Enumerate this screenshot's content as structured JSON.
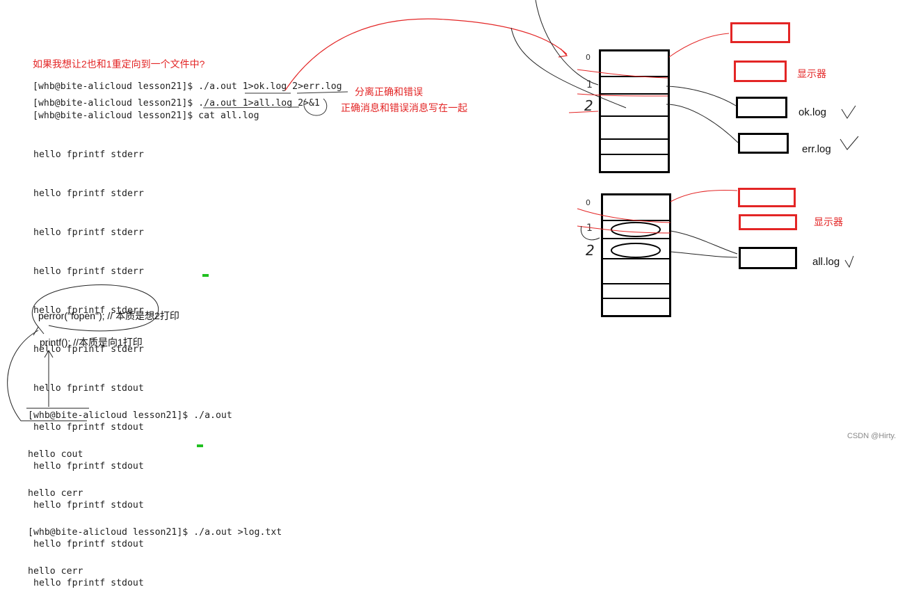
{
  "notes": {
    "question": "如果我想让2也和1重定向到一个文件中?",
    "separate": "分离正确和错误",
    "together": "正确消息和错误消息写在一起",
    "perror": "perror(\"fopen\"); // 本质是想2打印",
    "printf": "printf(); //本质是向1打印"
  },
  "terminal_top": {
    "cmd_separate": "[whb@bite-alicloud lesson21]$ ./a.out 1>ok.log 2>err.log",
    "cmd_together": "[whb@bite-alicloud lesson21]$ ./a.out 1>all.log 2>&1",
    "cmd_cat": "[whb@bite-alicloud lesson21]$ cat all.log",
    "output": [
      "hello fprintf stderr",
      "hello fprintf stderr",
      "hello fprintf stderr",
      "hello fprintf stderr",
      "hello fprintf stderr",
      "hello fprintf stderr",
      "hello fprintf stdout",
      "hello fprintf stdout",
      "hello fprintf stdout",
      "hello fprintf stdout",
      "hello fprintf stdout",
      "hello fprintf stdout"
    ]
  },
  "terminal_bottom": {
    "lines": [
      "[whb@bite-alicloud lesson21]$ ./a.out",
      "hello cout",
      "hello cerr",
      "[whb@bite-alicloud lesson21]$ ./a.out >log.txt",
      "hello cerr"
    ]
  },
  "diagram_top": {
    "fd_marks": [
      "0",
      "1",
      "2"
    ],
    "display_label": "显示器",
    "file_ok": "ok.log",
    "file_err": "err.log",
    "check": "√"
  },
  "diagram_bottom": {
    "fd_marks": [
      "0",
      "1",
      "2"
    ],
    "display_label": "显示器",
    "file_all": "all.log",
    "check": "√"
  },
  "watermark": "CSDN @Hirty.",
  "colors": {
    "annotation_red": "#e32525",
    "text": "#1f1f1f",
    "cursor": "#20c020"
  }
}
